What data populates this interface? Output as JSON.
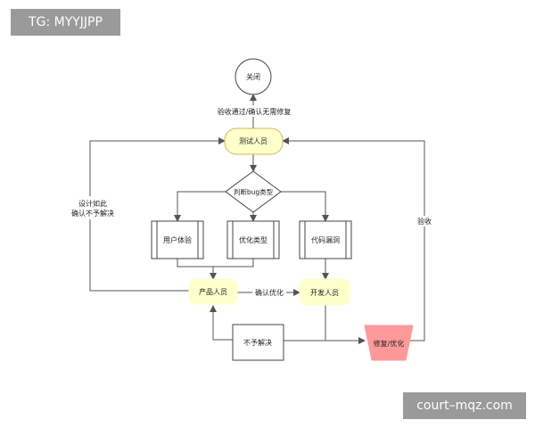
{
  "watermark_top": "TG: MYYJJPP",
  "watermark_bottom": "court–mqz.com",
  "nodes": {
    "close": "关闭",
    "tester": "测试人员",
    "judge": "判断bug类型",
    "ux": "用户体验",
    "optimize_type": "优化类型",
    "code_bug": "代码漏洞",
    "product": "产品人员",
    "developer": "开发人员",
    "no_fix": "不予解决",
    "fix": "修复/优化"
  },
  "edges": {
    "accept_close": "验收通过/确认无需修复",
    "design_line1": "设计如此",
    "design_line2": "确认不予解决",
    "confirm_opt": "确认优化",
    "accept": "验收"
  },
  "colors": {
    "yellow_fill": "#ffffcc",
    "yellow_stroke": "#d6b656",
    "pink_fill": "#ff9999",
    "line": "#555555"
  }
}
